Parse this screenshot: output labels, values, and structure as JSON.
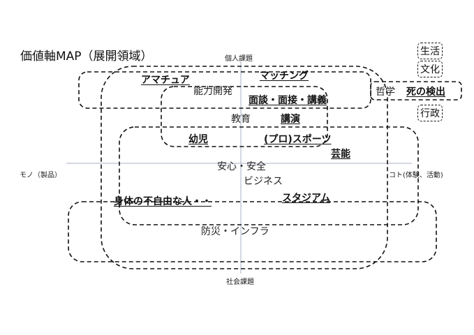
{
  "title": "価値軸MAP（展開領域）",
  "axes": {
    "top": "個人課題",
    "bottom": "社会課題",
    "left": "モノ（製品）",
    "right": "コト(体験、活動)"
  },
  "labels": {
    "amateur": "アマチュア",
    "matching": "マッチング",
    "ability_dev": "能力開発",
    "interview": "面談・面接・講義",
    "education": "教育",
    "lecture": "講演",
    "infant": "幼児",
    "pro_sports": "(プロ)スポーツ",
    "entertainment": "芸能",
    "safety": "安心・安全",
    "business": "ビジネス",
    "stadium": "スタジアム",
    "disabled": "身体の不自由な人・・",
    "disaster": "防災・インフラ"
  },
  "side_boxes": {
    "life": "生活",
    "culture": "文化",
    "philosophy": "哲学",
    "death_detection": "死の検出",
    "administration": "行政"
  }
}
